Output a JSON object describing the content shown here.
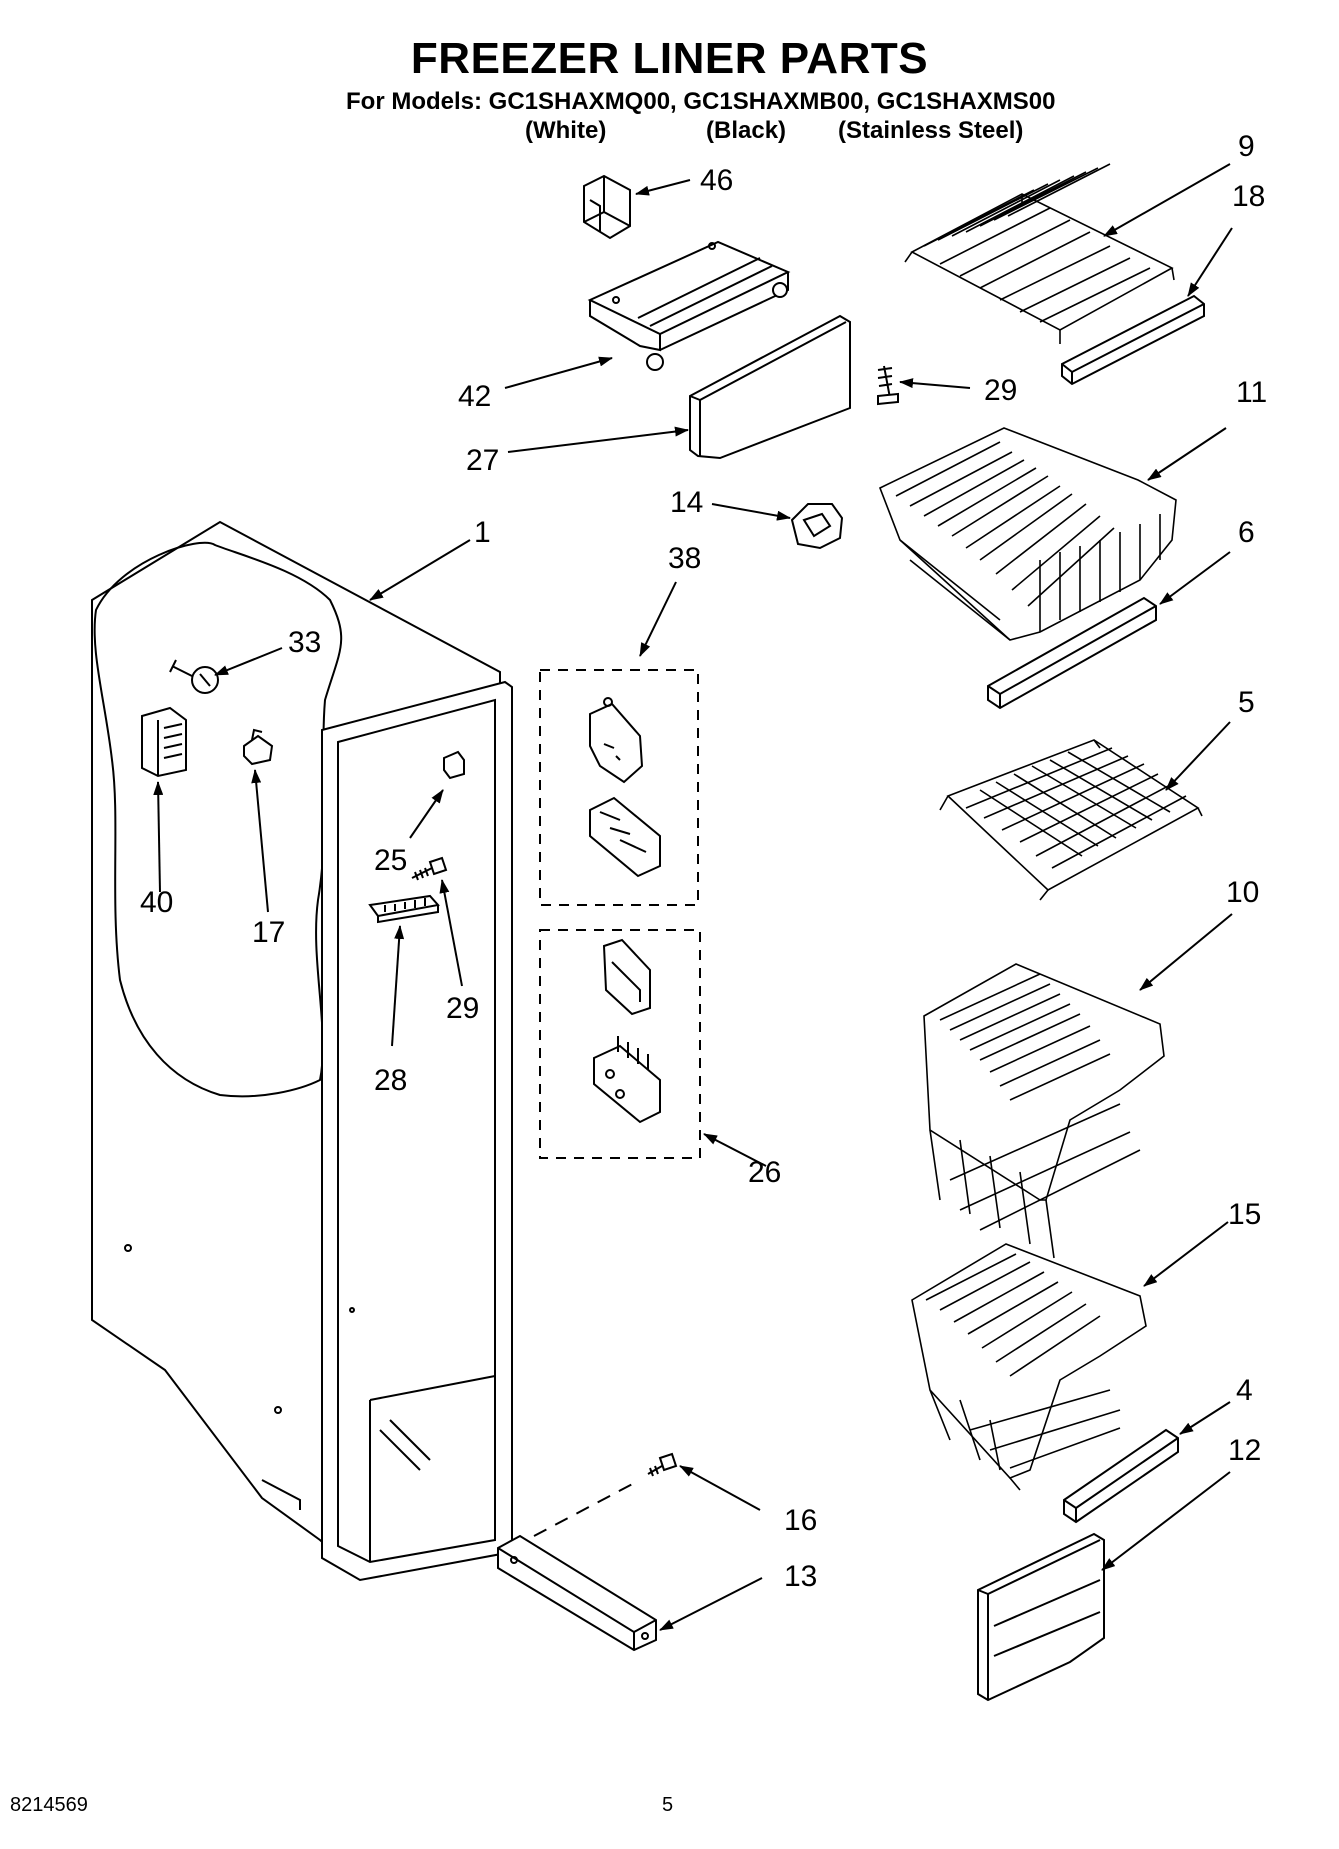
{
  "header": {
    "title": "FREEZER LINER PARTS",
    "models_line": "For Models: GC1SHAXMQ00, GC1SHAXMB00, GC1SHAXMS00",
    "variants": [
      "(White)",
      "(Black)",
      "(Stainless Steel)"
    ]
  },
  "callouts": {
    "p1": "1",
    "p4": "4",
    "p5": "5",
    "p6": "6",
    "p9": "9",
    "p10": "10",
    "p11": "11",
    "p12": "12",
    "p13": "13",
    "p14": "14",
    "p15": "15",
    "p16": "16",
    "p17": "17",
    "p18": "18",
    "p25": "25",
    "p26": "26",
    "p27": "27",
    "p28": "28",
    "p29a": "29",
    "p29b": "29",
    "p33": "33",
    "p38": "38",
    "p40": "40",
    "p42": "42",
    "p46": "46"
  },
  "footer": {
    "doc_number": "8214569",
    "page_number": "5"
  }
}
